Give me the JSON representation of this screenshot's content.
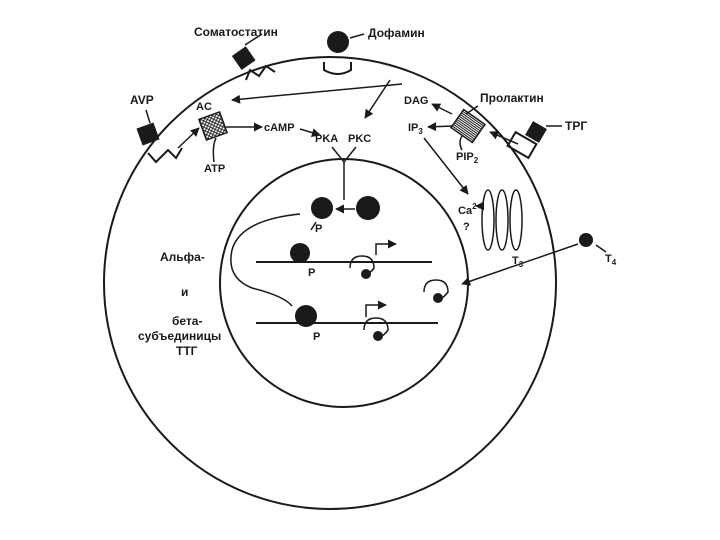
{
  "labels": {
    "somatostatin": "Соматостатин",
    "dopamine": "Дофамин",
    "avp": "AVP",
    "prolactin": "Пролактин",
    "trg": "ТРГ",
    "ac": "AC",
    "camp": "cAMP",
    "atp": "ATP",
    "pka": "PKA",
    "pkc": "PKC",
    "dag": "DAG",
    "ip3_base": "IP",
    "ip3_sub": "3",
    "pip2_base": "PIP",
    "pip2_sub": "2",
    "ca_base": "Ca",
    "ca_sup": "2+",
    "ca_q": "?",
    "p1": "P",
    "p2": "P",
    "p3": "P",
    "t3_base": "T",
    "t3_sub": "3",
    "t4_base": "T",
    "t4_sub": "4",
    "alpha_line1": "Альфа-",
    "alpha_line2": "и",
    "beta_line1": "бета-",
    "beta_line2": "субъединицы",
    "beta_line3": "ТТГ"
  }
}
